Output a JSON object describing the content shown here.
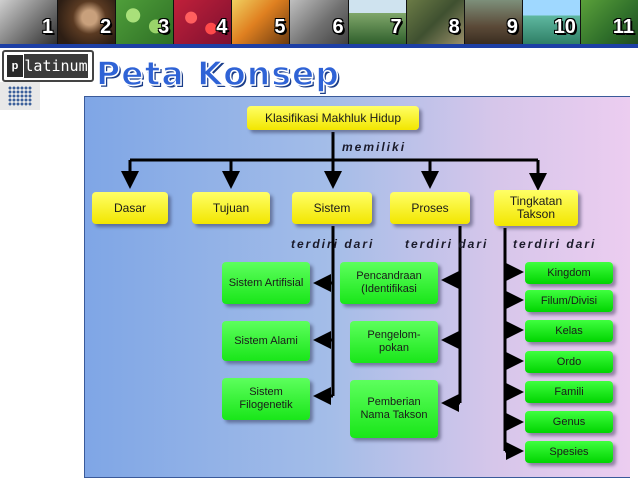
{
  "strip": {
    "numbers": [
      "1",
      "2",
      "3",
      "4",
      "5",
      "6",
      "7",
      "8",
      "9",
      "10",
      "11"
    ]
  },
  "logo": {
    "mark": "p",
    "text": "latinum"
  },
  "title": "Peta Konsep",
  "concept_map": {
    "root": "Klasifikasi Makhluk Hidup",
    "root_relation": "memiliki",
    "branches": [
      "Dasar",
      "Tujuan",
      "Sistem",
      "Proses",
      "Tingkatan Takson"
    ],
    "relation_sistem": "terdiri dari",
    "relation_proses": "terdiri dari",
    "relation_takson": "terdiri dari",
    "sistem_items": [
      "Sistem Artifisial",
      "Sistem Alami",
      "Sistem Filogenetik"
    ],
    "proses_items": [
      "Pencandraan (Identifikasi",
      "Pengelom-pokan",
      "Pemberian Nama Takson"
    ],
    "takson_items": [
      "Kingdom",
      "Filum/Divisi",
      "Kelas",
      "Ordo",
      "Famili",
      "Genus",
      "Spesies"
    ]
  },
  "colors": {
    "panel_blue": "#7fa6e6",
    "panel_pink": "#eccdf0",
    "box_yellow": "#ffff33",
    "box_green": "#33ff33",
    "title_blue": "#2f63d6"
  }
}
